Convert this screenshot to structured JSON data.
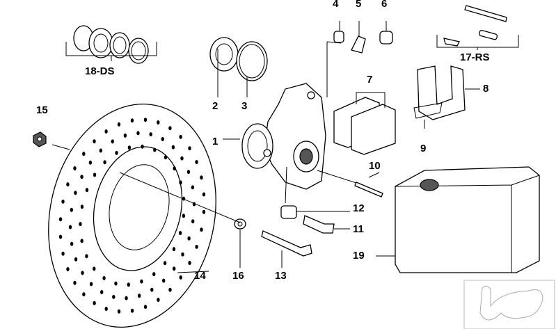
{
  "diagram": {
    "labels": {
      "p1": "1",
      "p2": "2",
      "p3": "3",
      "p4": "4",
      "p5": "5",
      "p6": "6",
      "p7": "7",
      "p8": "8",
      "p9": "9",
      "p10": "10",
      "p11": "11",
      "p12": "12",
      "p13": "13",
      "p14": "14",
      "p15": "15",
      "p16": "16",
      "p17": "17-RS",
      "p18": "18-DS",
      "p19": "19"
    },
    "line_color": "#000000",
    "background": "#ffffff"
  }
}
